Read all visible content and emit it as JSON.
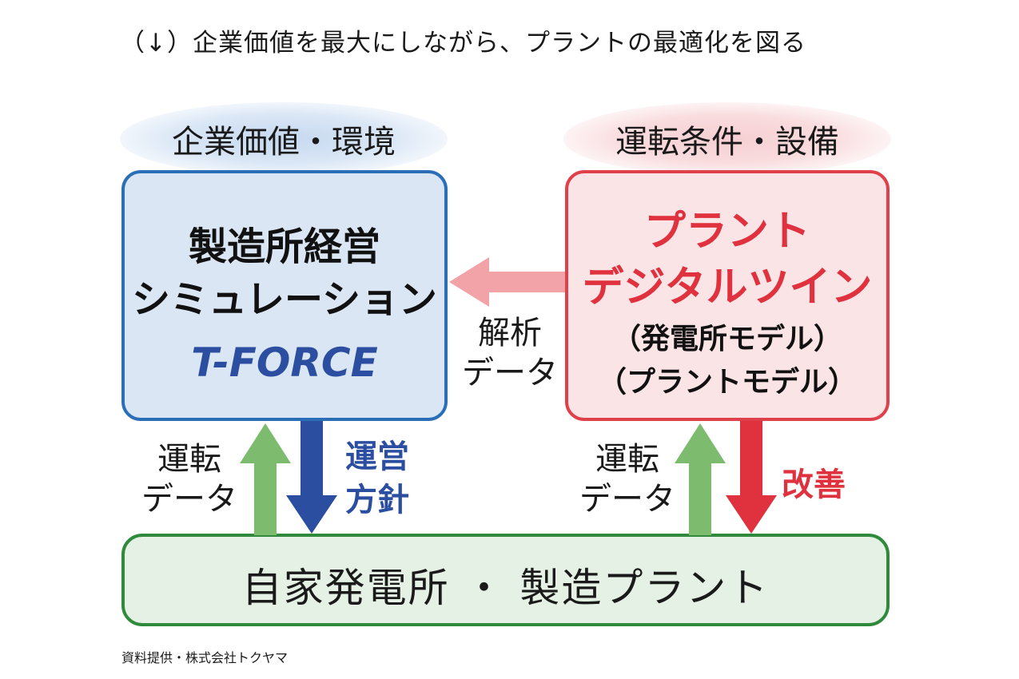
{
  "title": "（↓）企業価値を最大にしながら、プラントの最適化を図る",
  "left_header": "企業価値・環境",
  "right_header": "運転条件・設備",
  "left_box": {
    "line1": "製造所経営",
    "line2": "シミュレーション",
    "line3": "T-FORCE"
  },
  "right_box": {
    "line1": "プラント",
    "line2": "デジタルツイン",
    "line3": "（発電所モデル）",
    "line4": "（プラントモデル）"
  },
  "bottom_box": "自家発電所 ・ 製造プラント",
  "labels": {
    "analysis_data_1": "解析",
    "analysis_data_2": "データ",
    "left_operation_data_1": "運転",
    "left_operation_data_2": "データ",
    "management_policy_1": "運営",
    "management_policy_2": "方針",
    "right_operation_data_1": "運転",
    "right_operation_data_2": "データ",
    "improvement": "改善"
  },
  "source": "資料提供・株式会社トクヤマ",
  "colors": {
    "blue_border": "#2a6eb8",
    "blue_fill": "#dbe6f4",
    "red_border": "#e0404a",
    "red_fill": "#fbe4e6",
    "green_border": "#2f8a3c",
    "green_fill": "#e4f1e4",
    "analysis_arrow": "#f1a3a8",
    "operation_arrow": "#7dbb6e",
    "policy_arrow": "#2b4ea0",
    "improvement_arrow": "#e0323e"
  }
}
